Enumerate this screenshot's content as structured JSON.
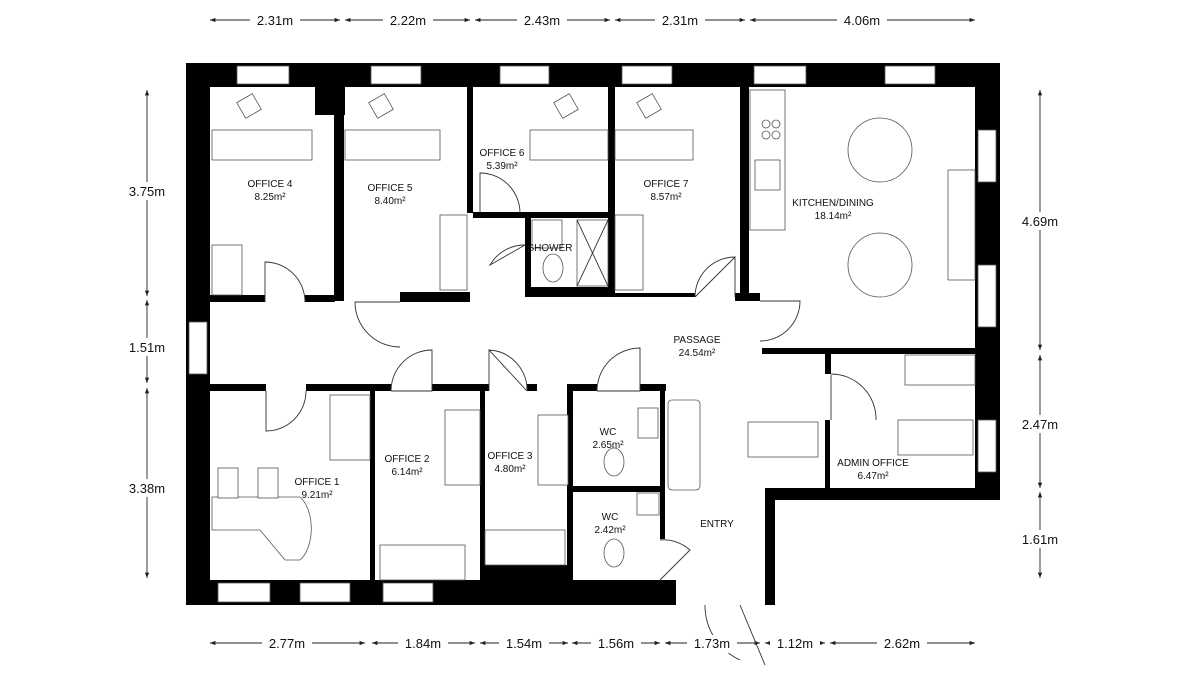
{
  "rooms": [
    {
      "name": "OFFICE 4",
      "area": "8.25m²"
    },
    {
      "name": "OFFICE 5",
      "area": "8.40m²"
    },
    {
      "name": "OFFICE 6",
      "area": "5.39m²"
    },
    {
      "name": "OFFICE 7",
      "area": "8.57m²"
    },
    {
      "name": "KITCHEN/DINING",
      "area": "18.14m²"
    },
    {
      "name": "SHOWER",
      "area": ""
    },
    {
      "name": "PASSAGE",
      "area": "24.54m²"
    },
    {
      "name": "OFFICE 1",
      "area": "9.21m²"
    },
    {
      "name": "OFFICE 2",
      "area": "6.14m²"
    },
    {
      "name": "OFFICE 3",
      "area": "4.80m²"
    },
    {
      "name": "WC",
      "area": "2.65m²"
    },
    {
      "name": "WC",
      "area": "2.42m²"
    },
    {
      "name": "ENTRY",
      "area": ""
    },
    {
      "name": "ADMIN OFFICE",
      "area": "6.47m²"
    }
  ],
  "dimensions": {
    "top": [
      "2.31m",
      "2.22m",
      "2.43m",
      "2.31m",
      "4.06m"
    ],
    "bottom": [
      "2.77m",
      "1.84m",
      "1.54m",
      "1.56m",
      "1.73m",
      "1.12m",
      "2.62m"
    ],
    "left": [
      "3.75m",
      "1.51m",
      "3.38m"
    ],
    "right": [
      "4.69m",
      "2.47m",
      "1.61m"
    ]
  }
}
